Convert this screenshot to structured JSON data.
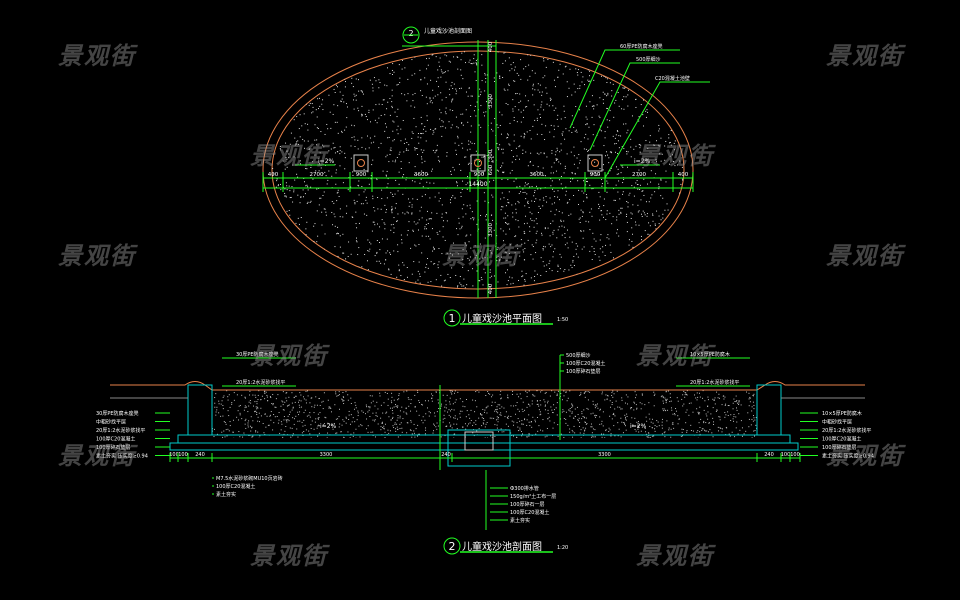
{
  "watermark": "景观街",
  "plan": {
    "number": "1",
    "title": "儿童戏沙池平面图",
    "scale": "1:50",
    "section_ref": "2",
    "section_ref_label": "儿童戏沙池剖面图",
    "dims": [
      "400",
      "2700",
      "900",
      "3600",
      "900",
      "3600",
      "900",
      "2700",
      "400"
    ],
    "total": "14400",
    "vertical_dims": [
      "400",
      "3300",
      "300",
      "600",
      "3300",
      "400"
    ],
    "slope": "i=2%",
    "callouts": [
      "60厚PE防腐木座凳",
      "500厚细沙",
      "C20混凝土池壁"
    ]
  },
  "section": {
    "number": "2",
    "title": "儿童戏沙池剖面图",
    "scale": "1:20",
    "dims": [
      "100",
      "100",
      "240",
      "3300",
      "240",
      "3300",
      "240",
      "100",
      "100"
    ],
    "slope": "i=2%",
    "left_notes": [
      "30厚PE防腐木座凳",
      "中粗砂找平层",
      "20厚1:2水泥砂浆找平",
      "100厚C20混凝土",
      "100厚碎石垫层",
      "素土夯实 压实度≥0.94"
    ],
    "right_notes": [
      "10×5厚PE防腐木",
      "中粗砂找平层",
      "20厚1:2水泥砂浆找平",
      "100厚C20混凝土",
      "100厚碎石垫层",
      "素土夯实 压实度≥0.94"
    ],
    "top_notes": [
      "500厚细沙",
      "100厚C20混凝土",
      "100厚碎石垫层"
    ],
    "bottom_notes": [
      "M7.5水泥砂浆砌MU10页岩砖",
      "100厚C20混凝土",
      "素土夯实"
    ],
    "drain_notes": [
      "Ф300排水管",
      "150g/m²土工布一层",
      "100厚碎石一层",
      "100厚C20混凝土",
      "素土夯实"
    ]
  }
}
